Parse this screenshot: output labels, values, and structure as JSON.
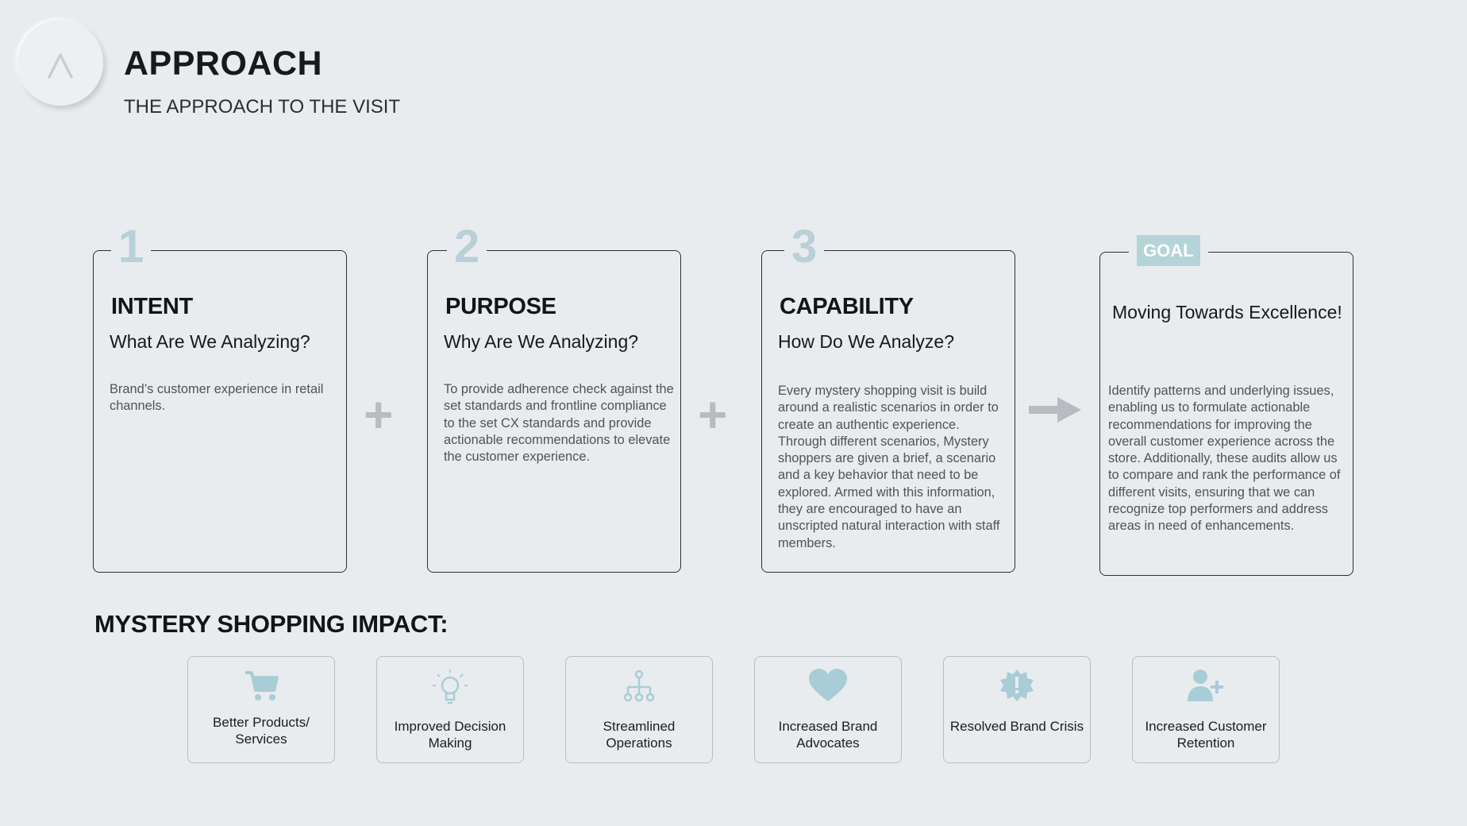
{
  "header": {
    "title": "APPROACH",
    "subtitle": "THE APPROACH TO THE VISIT"
  },
  "cards": [
    {
      "number": "1",
      "label": "INTENT",
      "question": "What Are We Analyzing?",
      "body": "Brand’s customer experience in retail channels."
    },
    {
      "number": "2",
      "label": "PURPOSE",
      "question": "Why Are We Analyzing?",
      "body": "To provide adherence check against the set standards and frontline compliance to the set CX standards and provide actionable recommendations to elevate the customer experience."
    },
    {
      "number": "3",
      "label": "CAPABILITY",
      "question": "How Do We Analyze?",
      "body": "Every mystery shopping visit is build around a realistic scenarios in order to create an authentic experience. Through different scenarios, Mystery shoppers are given a brief, a scenario and a key behavior that need to be explored. Armed with this information, they are encouraged to have an unscripted natural interaction with staff members."
    }
  ],
  "goal": {
    "badge": "GOAL",
    "title": "Moving Towards Excellence!",
    "body": "Identify patterns and underlying issues, enabling us to formulate actionable recommendations for improving the overall customer experience across the store. Additionally, these audits allow us to compare and rank the performance of different visits, ensuring that we can recognize top performers and address areas in need of enhancements."
  },
  "operators": [
    "+",
    "+"
  ],
  "impact": {
    "heading": "MYSTERY SHOPPING IMPACT:",
    "items": [
      {
        "label": "Better Products/ Services",
        "icon": "cart-icon"
      },
      {
        "label": "Improved Decision Making",
        "icon": "lightbulb-icon"
      },
      {
        "label": "Streamlined Operations",
        "icon": "hierarchy-icon"
      },
      {
        "label": "Increased Brand Advocates",
        "icon": "heart-icon"
      },
      {
        "label": "Resolved Brand Crisis",
        "icon": "alert-badge-icon"
      },
      {
        "label": "Increased Customer Retention",
        "icon": "add-user-icon"
      }
    ]
  },
  "colors": {
    "background": "#e8ecef",
    "accent": "#b4d4d9",
    "text": "#16191d"
  }
}
